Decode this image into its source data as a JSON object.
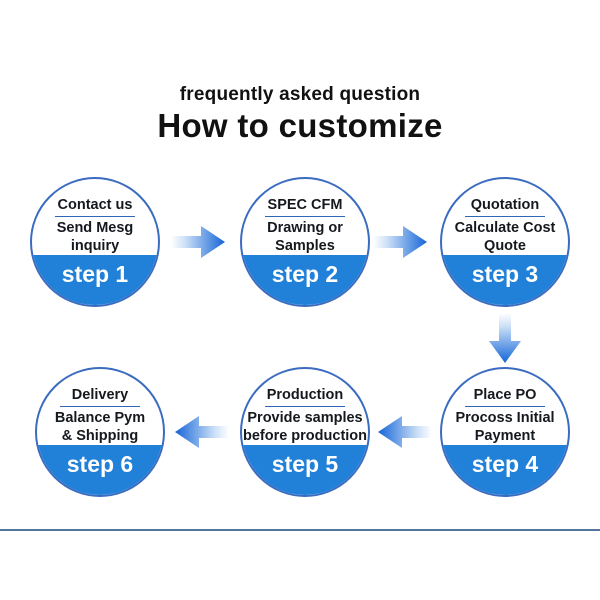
{
  "header": {
    "subtitle": "frequently asked question",
    "title": "How to customize"
  },
  "steps": [
    {
      "lines": [
        "Contact us",
        "Send Mesg",
        "inquiry"
      ],
      "label": "step 1"
    },
    {
      "lines": [
        "SPEC CFM",
        "Drawing or",
        "Samples"
      ],
      "label": "step 2"
    },
    {
      "lines": [
        "Quotation",
        "Calculate Cost",
        "Quote"
      ],
      "label": "step 3"
    },
    {
      "lines": [
        "Place PO",
        "Procoss Initial",
        "Payment"
      ],
      "label": "step 4"
    },
    {
      "lines": [
        "Production",
        "Provide samples",
        "before production"
      ],
      "label": "step 5"
    },
    {
      "lines": [
        "Delivery",
        "Balance Pym",
        "& Shipping"
      ],
      "label": "step 6"
    }
  ],
  "flow": {
    "arrows": [
      "right",
      "right",
      "down",
      "left",
      "left"
    ]
  },
  "icons": {
    "arrow_right": "→",
    "arrow_left": "←",
    "arrow_down": "↓"
  },
  "colors": {
    "band_blue": "#2181d8",
    "circle_border_blue": "#3b6cc0",
    "underline_blue": "#2f66b8",
    "arrow_blue": "#1565d8",
    "divider_slate": "#54759c",
    "text_dark": "#15191e",
    "step_text_white": "#ffffff"
  }
}
